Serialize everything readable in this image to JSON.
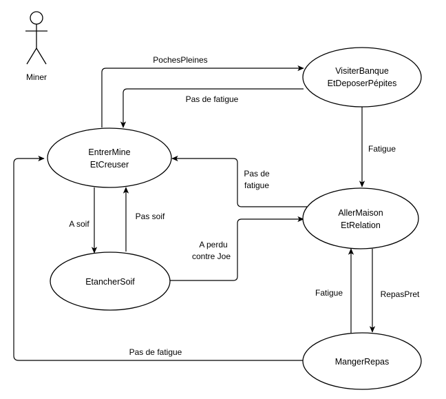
{
  "actor": {
    "label": "Miner"
  },
  "states": {
    "entrer_mine": {
      "line1": "EntrerMine",
      "line2": "EtCreuser"
    },
    "visiter_banque": {
      "line1": "VisiterBanque",
      "line2": "EtDeposerPépites"
    },
    "aller_maison": {
      "line1": "AllerMaison",
      "line2": "EtRelation"
    },
    "etancher_soif": {
      "label": "EtancherSoif"
    },
    "manger_repas": {
      "label": "MangerRepas"
    }
  },
  "transitions": {
    "poches_pleines": "PochesPleines",
    "pas_de_fatigue_banque": "Pas de fatigue",
    "fatigue_banque": "Fatigue",
    "pas_de_fatigue_maison_line1": "Pas de",
    "pas_de_fatigue_maison_line2": "fatigue",
    "a_soif": "A soif",
    "pas_soif": "Pas soif",
    "a_perdu_line1": "A perdu",
    "a_perdu_line2": "contre Joe",
    "fatigue_repas": "Fatigue",
    "repas_pret": "RepasPret",
    "pas_de_fatigue_repas": "Pas de fatigue"
  },
  "colors": {
    "stroke": "#000000",
    "background": "#ffffff",
    "text": "#000000"
  }
}
